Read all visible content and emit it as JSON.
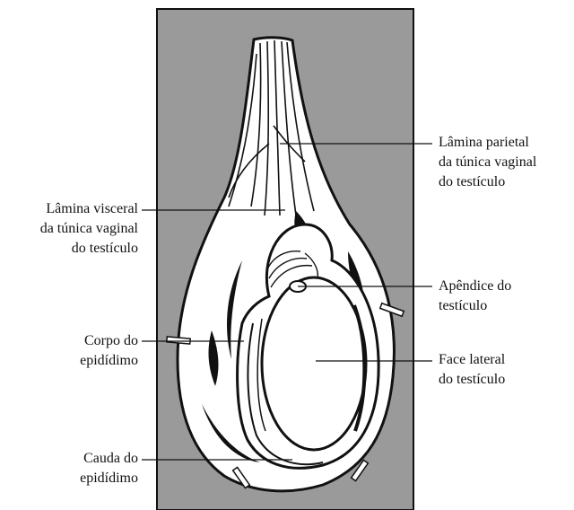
{
  "colors": {
    "background_panel": "#9a9a9a",
    "panel_border": "#111111",
    "ink": "#111111",
    "tissue": "#ffffff"
  },
  "labels": {
    "lamina_parietal": [
      "Lâmina parietal",
      "da túnica vaginal",
      "do testículo"
    ],
    "lamina_visceral": [
      "Lâmina visceral",
      "da túnica vaginal",
      "do testículo"
    ],
    "apendice": [
      "Apêndice do",
      "testículo"
    ],
    "corpo": [
      "Corpo do",
      "epidídimo"
    ],
    "face_lateral": [
      "Face lateral",
      "do testículo"
    ],
    "cauda": [
      "Cauda do",
      "epidídimo"
    ]
  }
}
